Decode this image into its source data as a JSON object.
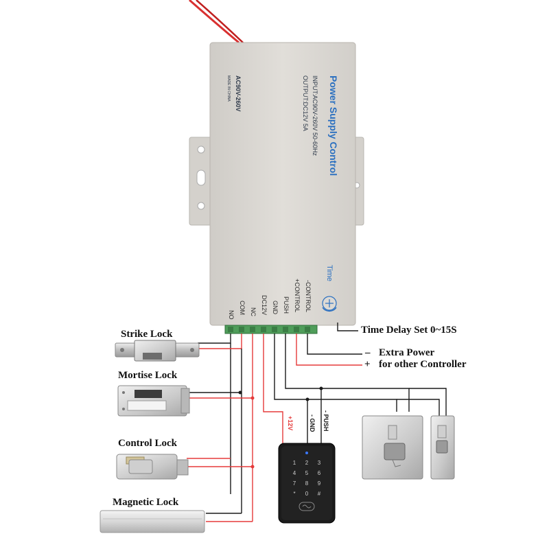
{
  "device": {
    "brand_title": "Power Supply Control",
    "input_spec": "INPUT:AC90V-260V 50-60Hz",
    "output_spec": "OUTPUT:DC12V 5A",
    "ac_label": "AC90V-260V",
    "made_in": "MADE IN CHINA",
    "time_label": "Time",
    "terminals": [
      "NO",
      "COM",
      "NC",
      "DC12V",
      "GND",
      "PUSH",
      "+CONTROL",
      "-CONTROL"
    ]
  },
  "locks": [
    {
      "label": "Strike Lock"
    },
    {
      "label": "Mortise Lock"
    },
    {
      "label": "Control Lock"
    },
    {
      "label": "Magnetic Lock"
    }
  ],
  "annotations": {
    "time_delay": "Time Delay Set 0~15S",
    "minus_sign": "–",
    "extra_power": "Extra Power",
    "plus_sign": "+",
    "other_controller": "for other Controller"
  },
  "wire_labels": {
    "plus12v": "+12V",
    "gnd": "- GND",
    "push": "- PUSH"
  },
  "colors": {
    "red_wire": "#e53a3a",
    "black_wire": "#1a1a1a",
    "psu_body": "#d9d6d1",
    "psu_text": "#2a6fc0"
  }
}
